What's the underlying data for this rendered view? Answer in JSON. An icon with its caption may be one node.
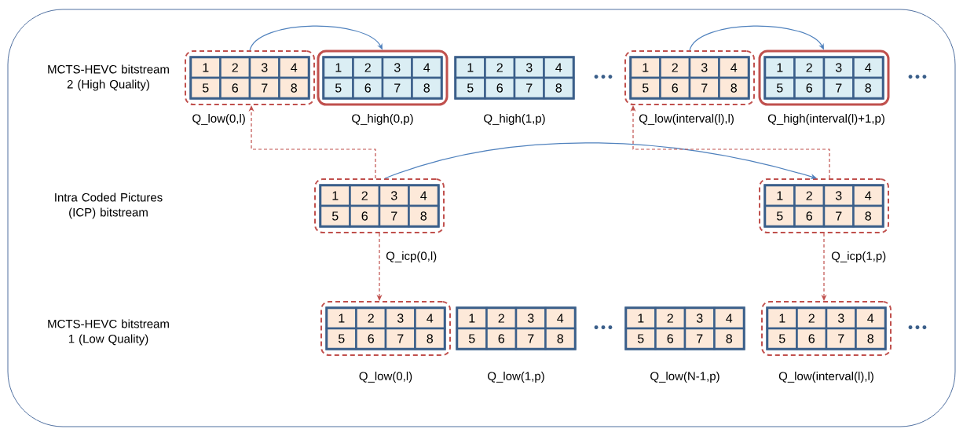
{
  "diagram": {
    "nodes": [
      {
        "text": [],
        "shape": "box"
      },
      {
        "text": [
          "1",
          "2",
          "3",
          "4",
          "5",
          "6",
          "7",
          "8"
        ],
        "in": 0,
        "beside": [
          "Q_low(0,l)"
        ]
      },
      {
        "text": [],
        "shape": "box"
      },
      {
        "text": [
          "1",
          "2",
          "3",
          "4",
          "5",
          "6",
          "7",
          "8"
        ],
        "in": 2,
        "beside": [
          "Q_high(0,p)"
        ]
      },
      {
        "text": [
          "1",
          "2",
          "3",
          "4",
          "5",
          "6",
          "7",
          "8"
        ],
        "beside": [
          "Q_high(1,p)"
        ]
      },
      {
        "text": [],
        "shape": "box"
      },
      {
        "text": [
          "1",
          "2",
          "3",
          "4",
          "5",
          "6",
          "7",
          "8"
        ],
        "in": 5,
        "beside": [
          "Q_low(interval(l),l)"
        ]
      },
      {
        "text": [],
        "shape": "box"
      },
      {
        "text": [
          "1",
          "2",
          "3",
          "4",
          "5",
          "6",
          "7",
          "8"
        ],
        "in": 7,
        "beside": [
          "Q_high(interval(l)+1,p)"
        ]
      },
      {
        "text": [],
        "shape": "box"
      },
      {
        "text": [
          "1",
          "2",
          "3",
          "4",
          "5",
          "6",
          "7",
          "8"
        ],
        "in": 9,
        "beside": [
          "Q_icp(0,l)"
        ]
      },
      {
        "text": [],
        "shape": "box"
      },
      {
        "text": [
          "1",
          "2",
          "3",
          "4",
          "5",
          "6",
          "7",
          "8"
        ],
        "in": 11,
        "beside": [
          "Q_icp(1,p)"
        ]
      },
      {
        "text": [],
        "shape": "box"
      },
      {
        "text": [
          "1",
          "2",
          "3",
          "4",
          "5",
          "6",
          "7",
          "8"
        ],
        "in": 13,
        "beside": [
          "Q_low(0,l)"
        ]
      },
      {
        "text": [
          "1",
          "2",
          "3",
          "4",
          "5",
          "6",
          "7",
          "8"
        ],
        "beside": [
          "Q_low(1,p)"
        ]
      },
      {
        "text": [
          "1",
          "2",
          "3",
          "4",
          "5",
          "6",
          "7",
          "8"
        ],
        "beside": [
          "Q_low(N-1,p)"
        ]
      },
      {
        "text": [],
        "shape": "box"
      },
      {
        "text": [
          "1",
          "2",
          "3",
          "4",
          "5",
          "6",
          "7",
          "8"
        ],
        "in": 17,
        "beside": [
          "Q_low(interval(l),l)"
        ]
      }
    ],
    "edges": [
      {
        "from": 0,
        "to": 2,
        "arrow": "to",
        "color": "#4f81bd"
      },
      {
        "from": 5,
        "to": 7,
        "arrow": "to",
        "color": "#4f81bd"
      },
      {
        "from": 9,
        "to": 11,
        "arrow": "to",
        "color": "#4f81bd"
      },
      {
        "from": 9,
        "to": 0,
        "arrow": "to",
        "style": "dashed"
      },
      {
        "from": 9,
        "to": 13,
        "arrow": "to",
        "style": "dashed"
      },
      {
        "from": 11,
        "to": 5,
        "arrow": "to",
        "style": "dashed"
      },
      {
        "from": 11,
        "to": 17,
        "arrow": "to",
        "style": "dashed"
      }
    ],
    "labels": [
      "MCTS-HEVC bitstream 2 (High Quality)",
      "•••",
      "•••",
      "Intra Coded Pictures (ICP) bitstream",
      "MCTS-HEVC bitstream 1 (Low Quality)",
      "•••",
      "•••"
    ]
  }
}
